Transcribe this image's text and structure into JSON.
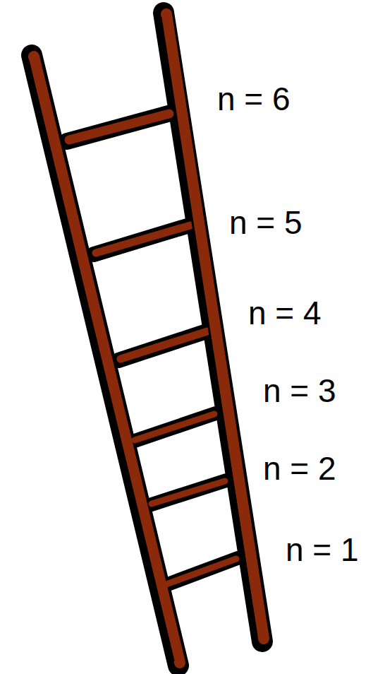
{
  "diagram": {
    "labels": [
      "n = 6",
      "n = 5",
      "n = 4",
      "n = 3",
      "n = 2",
      "n = 1"
    ]
  }
}
